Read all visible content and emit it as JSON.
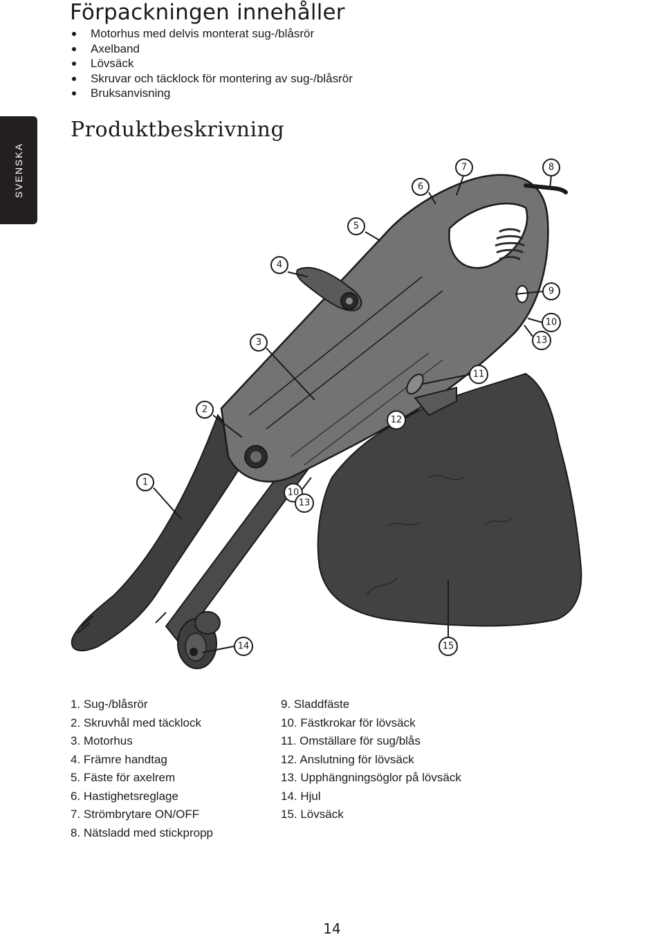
{
  "package_section": {
    "title": "Förpackningen innehåller",
    "items": [
      "Motorhus med delvis monterat sug-/blåsrör",
      "Axelband",
      "Lövsäck",
      "Skruvar och täcklock för montering av sug-/blåsrör",
      "Bruksanvisning"
    ]
  },
  "side_tab": {
    "label": "SVENSKA"
  },
  "product_section": {
    "title": "Produktbeskrivning"
  },
  "callouts": [
    "1",
    "2",
    "3",
    "4",
    "5",
    "6",
    "7",
    "8",
    "9",
    "10",
    "13",
    "11",
    "12",
    "10",
    "13",
    "14",
    "15"
  ],
  "legend": {
    "left": [
      "1.  Sug-/blåsrör",
      "2.  Skruvhål med täcklock",
      "3.  Motorhus",
      "4.  Främre handtag",
      "5.  Fäste för axelrem",
      "6.  Hastighetsreglage",
      "7.  Strömbrytare ON/OFF",
      "8.  Nätsladd med stickpropp"
    ],
    "right": [
      "9.  Sladdfäste",
      "10. Fästkrokar för lövsäck",
      "11. Omställare för sug/blås",
      "12. Anslutning för lövsäck",
      "13. Upphängningsöglor på lövsäck",
      "14. Hjul",
      "15. Lövsäck"
    ]
  },
  "page_number": "14",
  "colors": {
    "body_gray": "#737373",
    "tube_dark": "#3e3e3e",
    "bag_dark": "#424242",
    "ink": "#1a1a1a"
  }
}
